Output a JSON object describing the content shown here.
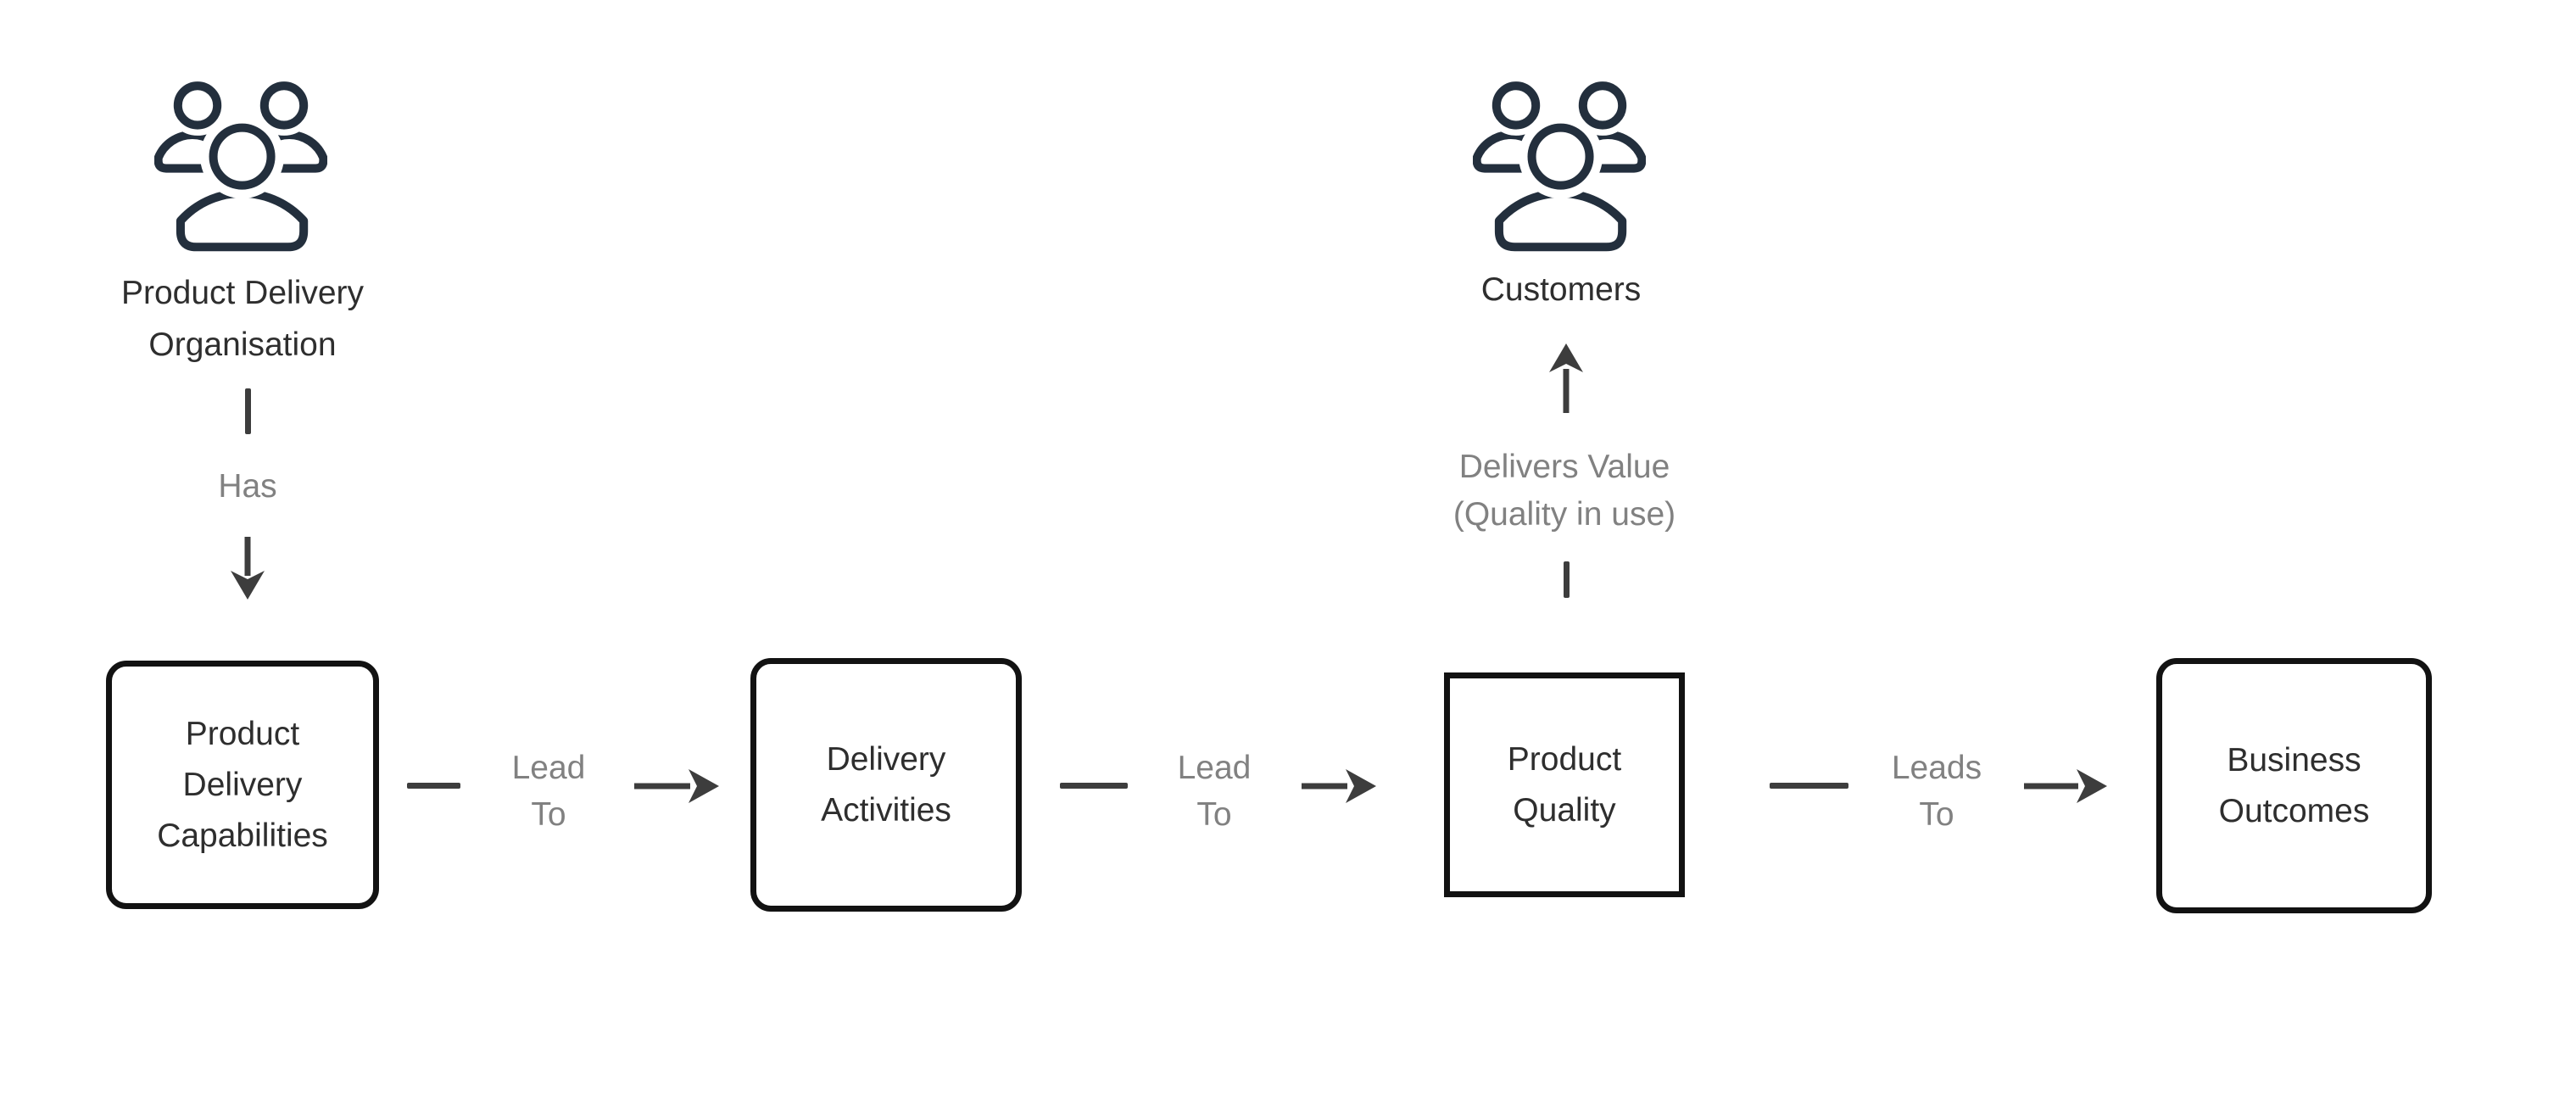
{
  "diagram": {
    "colors": {
      "background": "#ffffff",
      "icon": "#232f3d",
      "node_border": "#121212",
      "node_fill": "#ffffff",
      "node_text": "#2e2e2e",
      "edge_line": "#3d3d3d",
      "edge_label": "#818181"
    },
    "actors": [
      {
        "id": "product-delivery-organisation",
        "label": "Product Delivery Organisation",
        "label_lines": [
          "Product Delivery",
          "Organisation"
        ],
        "icon": "people-group-icon"
      },
      {
        "id": "customers",
        "label": "Customers",
        "label_lines": [
          "Customers"
        ],
        "icon": "people-group-icon"
      }
    ],
    "nodes": [
      {
        "id": "product-delivery-capabilities",
        "label": "Product Delivery Capabilities",
        "lines": [
          "Product",
          "Delivery",
          "Capabilities"
        ],
        "shape": "rounded"
      },
      {
        "id": "delivery-activities",
        "label": "Delivery Activities",
        "lines": [
          "Delivery",
          "Activities"
        ],
        "shape": "rounded"
      },
      {
        "id": "product-quality",
        "label": "Product Quality",
        "lines": [
          "Product",
          "Quality"
        ],
        "shape": "square"
      },
      {
        "id": "business-outcomes",
        "label": "Business Outcomes",
        "lines": [
          "Business",
          "Outcomes"
        ],
        "shape": "rounded"
      }
    ],
    "edges": [
      {
        "from": "Product Delivery Organisation",
        "to": "Product Delivery Capabilities",
        "label": "Has",
        "lines": [
          "Has"
        ],
        "direction": "down"
      },
      {
        "from": "Product Delivery Capabilities",
        "to": "Delivery Activities",
        "label": "Lead To",
        "lines": [
          "Lead",
          "To"
        ],
        "direction": "right"
      },
      {
        "from": "Delivery Activities",
        "to": "Product Quality",
        "label": "Lead To",
        "lines": [
          "Lead",
          "To"
        ],
        "direction": "right"
      },
      {
        "from": "Product Quality",
        "to": "Customers",
        "label": "Delivers Value (Quality in use)",
        "lines": [
          "Delivers Value",
          "(Quality in use)"
        ],
        "direction": "up"
      },
      {
        "from": "Product Quality",
        "to": "Business Outcomes",
        "label": "Leads To",
        "lines": [
          "Leads",
          "To"
        ],
        "direction": "right"
      }
    ]
  }
}
